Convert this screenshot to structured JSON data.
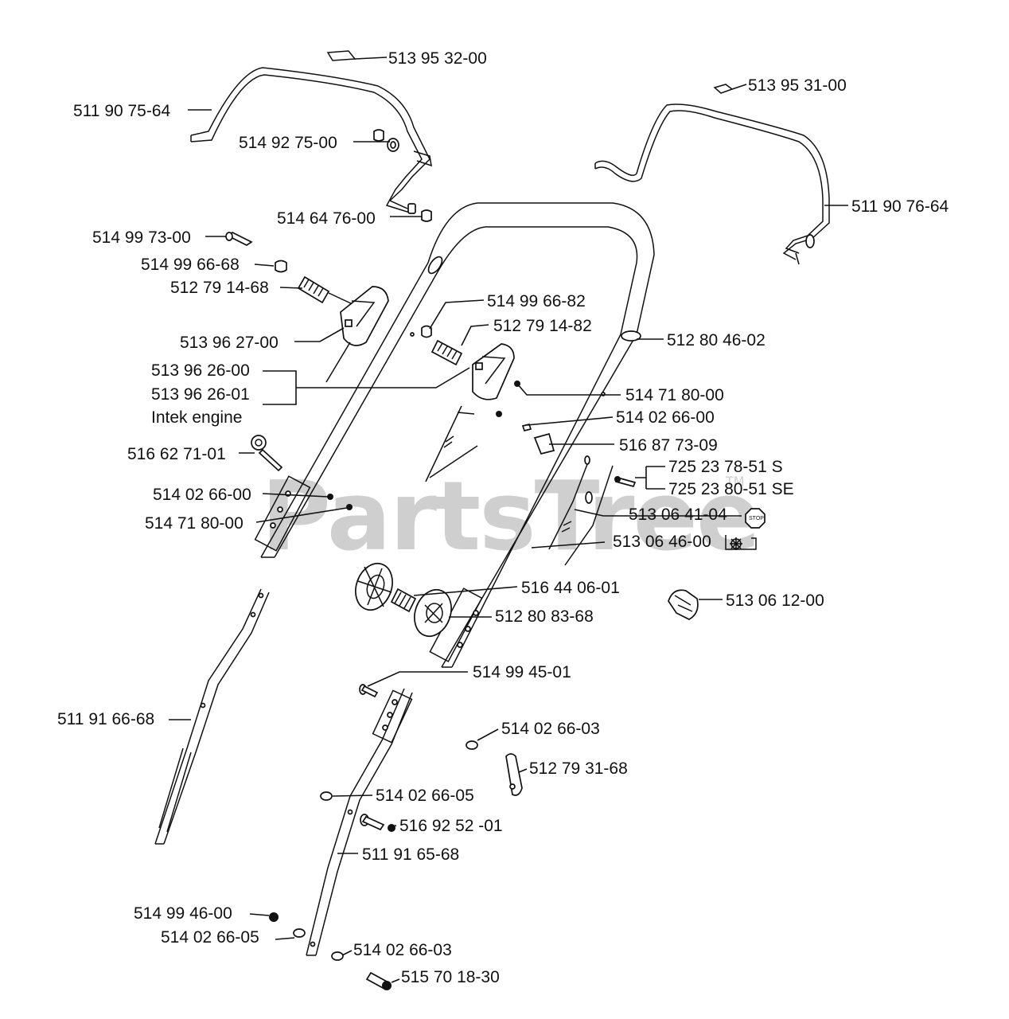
{
  "watermark": {
    "text": "PartsTree",
    "tm": "TM"
  },
  "stop_icon_text": "STOP",
  "labels": {
    "p513953200": "513 95 32-00",
    "p513953100": "513 95 31-00",
    "p511907564": "511 90 75-64",
    "p514927500": "514 92 75-00",
    "p514647600": "514 64 76-00",
    "p511907664": "511 90 76-64",
    "p514997300": "514 99 73-00",
    "p514996668": "514 99 66-68",
    "p512791468": "512 79 14-68",
    "p514996682": "514 99 66-82",
    "p512791482": "512 79 14-82",
    "p513962700": "513 96 27-00",
    "p512804602": "512 80 46-02",
    "p513962600": "513 96 26-00",
    "p513962601": "513 96 26-01",
    "intek": "Intek engine",
    "p514718000a": "514 71 80-00",
    "p514026600a": "514 02 66-00",
    "p516873709": "516 87 73-09",
    "p516627101": "516 62 71-01",
    "p725237851": "725 23 78-51 S",
    "p725238051": "725 23 80-51 SE",
    "p514026600b": "514 02 66-00",
    "p513064104": "513 06 41-04",
    "p514718000b": "514 71 80-00",
    "p513064600": "513 06 46-00",
    "p516440601": "516 44 06-01",
    "p513061200": "513 06 12-00",
    "p512808368": "512 80 83-68",
    "p514994501": "514 99 45-01",
    "p511916668": "511 91 66-68",
    "p514026603a": "514 02 66-03",
    "p512793168": "512 79 31-68",
    "p514026605a": "514 02 66-05",
    "p516925201": "516 92 52 -01",
    "p511916568": "511 91 65-68",
    "p514994600": "514 99 46-00",
    "p514026605b": "514 02 66-05",
    "p514026603b": "514 02 66-03",
    "p515701830": "515 70 18-30"
  }
}
